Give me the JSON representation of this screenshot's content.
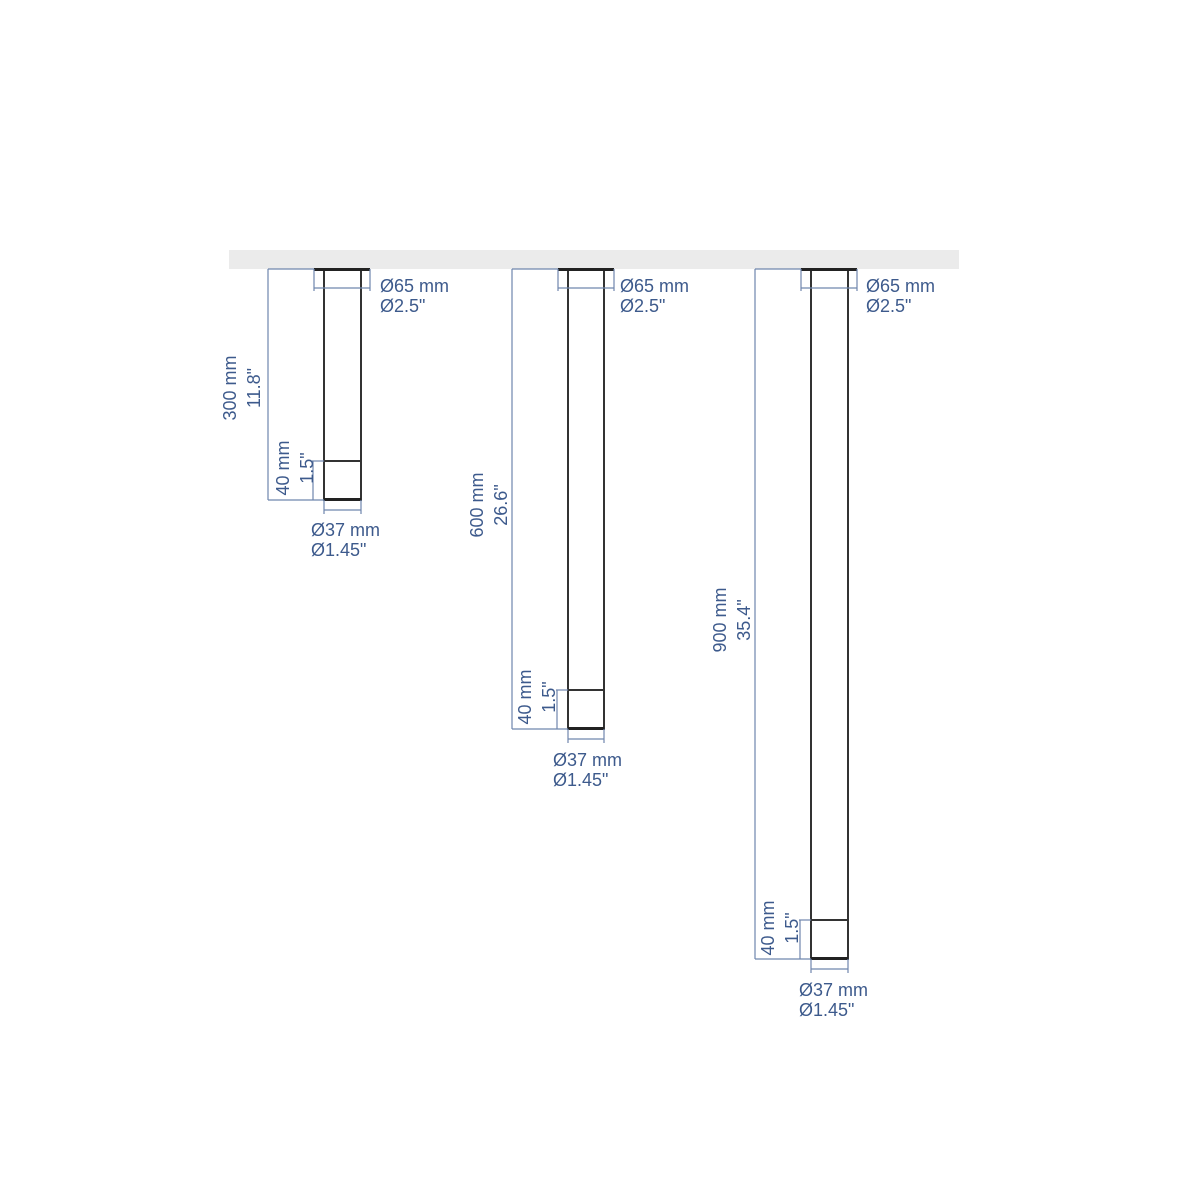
{
  "ceiling": {
    "color": "#ebebeb"
  },
  "colors": {
    "dimension_text": "#3d5a8c",
    "dimension_line": "#6f86ad",
    "outline": "#333333"
  },
  "fixtures": [
    {
      "name": "300",
      "length_mm": "300 mm",
      "length_in": "11.8\"",
      "band_mm": "40 mm",
      "band_in": "1.5\"",
      "canopy_mm": "Ø65 mm",
      "canopy_in": "Ø2.5\"",
      "tube_mm": "Ø37 mm",
      "tube_in": "Ø1.45\""
    },
    {
      "name": "600",
      "length_mm": "600 mm",
      "length_in": "26.6\"",
      "band_mm": "40 mm",
      "band_in": "1.5\"",
      "canopy_mm": "Ø65 mm",
      "canopy_in": "Ø2.5\"",
      "tube_mm": "Ø37 mm",
      "tube_in": "Ø1.45\""
    },
    {
      "name": "900",
      "length_mm": "900 mm",
      "length_in": "35.4\"",
      "band_mm": "40 mm",
      "band_in": "1.5\"",
      "canopy_mm": "Ø65 mm",
      "canopy_in": "Ø2.5\"",
      "tube_mm": "Ø37 mm",
      "tube_in": "Ø1.45\""
    }
  ]
}
